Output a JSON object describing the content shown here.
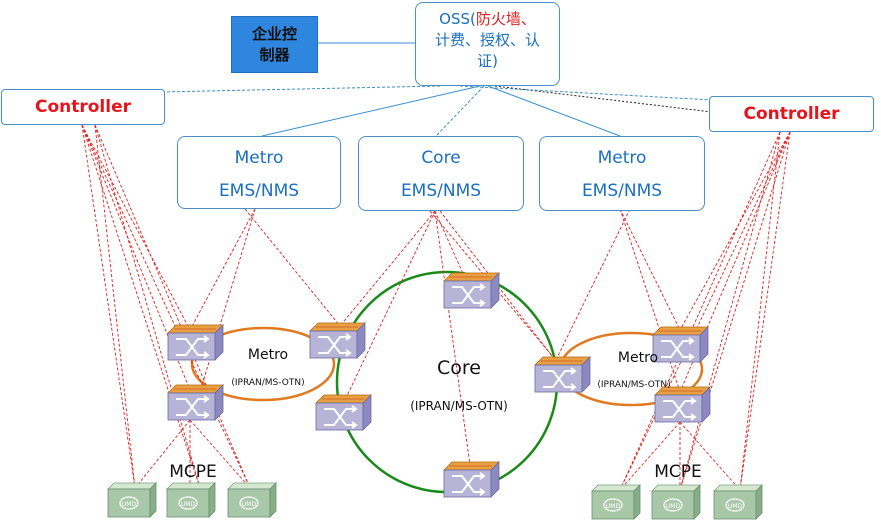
{
  "enterprise_controller": {
    "line1": "企业控",
    "line2": "制器"
  },
  "oss": {
    "prefix": "OSS(",
    "highlight": "防火墙、",
    "line2": "计费、授权、认",
    "line3": "证)"
  },
  "controllers": {
    "left": "Controller",
    "right": "Controller"
  },
  "ems": {
    "left": {
      "line1": "Metro",
      "line2": "EMS/NMS"
    },
    "center": {
      "line1": "Core",
      "line2": "EMS/NMS"
    },
    "right": {
      "line1": "Metro",
      "line2": "EMS/NMS"
    }
  },
  "rings": {
    "core": {
      "label": "Core",
      "sub": "(IPRAN/MS-OTN)"
    },
    "metro_left": {
      "label": "Metro",
      "sub": "(IPRAN/MS-OTN)"
    },
    "metro_right": {
      "label": "Metro",
      "sub": "(IPRAN/MS-OTN)"
    }
  },
  "mcpe": {
    "left": "MCPE",
    "right": "MCPE"
  },
  "cpe_device_label": "UMD",
  "colors": {
    "box_border": "#4a90c8",
    "box_text": "#1a6fbf",
    "controller_text": "#e8141c",
    "enterprise_fill": "#2e86de",
    "core_ring": "#1a8a1a",
    "metro_ring": "#e07a20",
    "control_lines": "#e02020",
    "mgmt_lines": "#3a8fd0"
  }
}
